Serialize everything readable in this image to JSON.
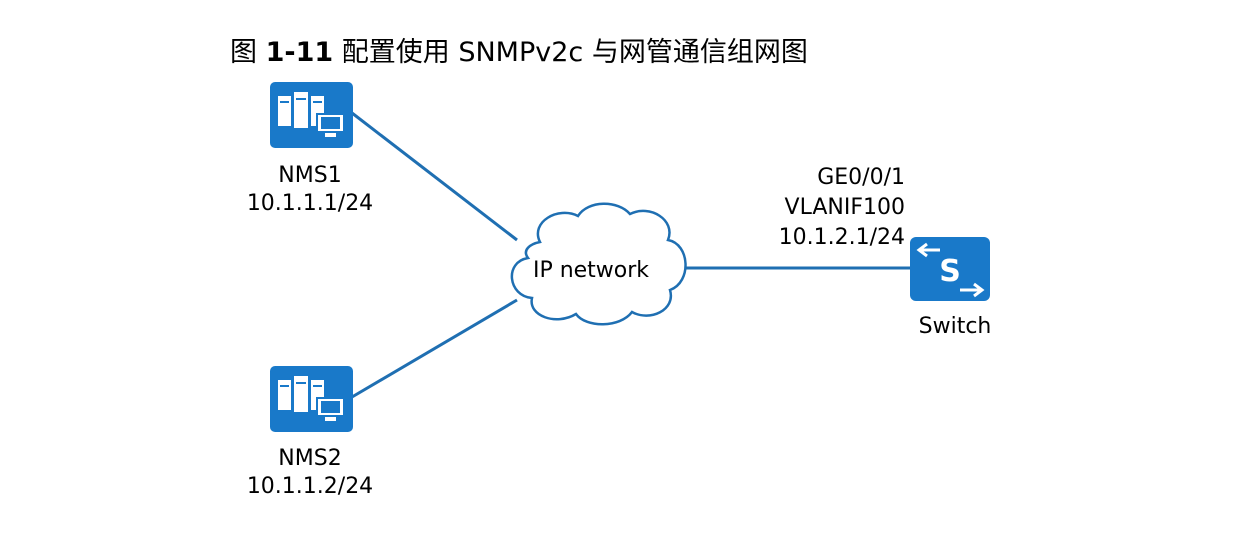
{
  "figure": {
    "title_prefix": "图",
    "title_number": "1-11",
    "title_text": "配置使用 SNMPv2c 与网管通信组网图"
  },
  "nodes": {
    "nms1": {
      "name": "NMS1",
      "ip": "10.1.1.1/24",
      "icon": "server-workstation-icon"
    },
    "nms2": {
      "name": "NMS2",
      "ip": "10.1.1.2/24",
      "icon": "server-workstation-icon"
    },
    "cloud": {
      "label": "IP network",
      "icon": "cloud-icon"
    },
    "switch": {
      "name": "Switch",
      "icon": "switch-icon",
      "icon_letter": "S",
      "interface": "GE0/0/1",
      "vlanif": "VLANIF100",
      "ip": "10.1.2.1/24"
    }
  },
  "colors": {
    "link": "#1f6fb2",
    "icon_fill": "#1979c9",
    "cloud_stroke": "#1f6fb2"
  }
}
